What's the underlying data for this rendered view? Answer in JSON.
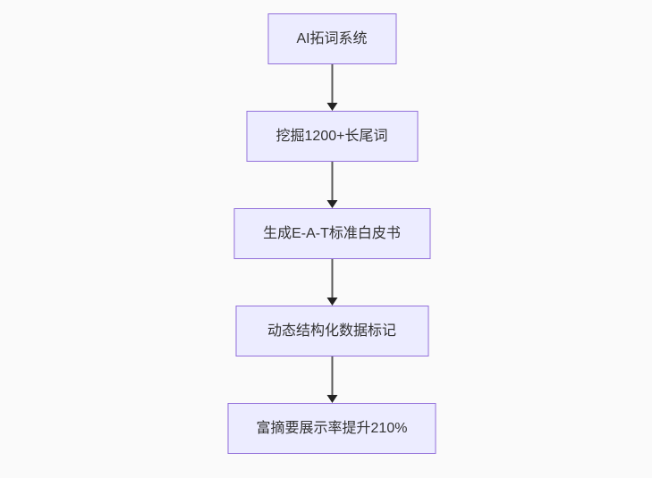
{
  "diagram": {
    "type": "flowchart-top-down",
    "nodes": [
      {
        "label": "AI拓词系统"
      },
      {
        "label": "挖掘1200+长尾词"
      },
      {
        "label": "生成E-A-T标准白皮书"
      },
      {
        "label": "动态结构化数据标记"
      },
      {
        "label": "富摘要展示率提升210%"
      }
    ],
    "connector": "arrow-down",
    "colors": {
      "background": "#fafafa",
      "node_fill": "#ECECFF",
      "node_border": "#9370DB",
      "text": "#333333",
      "arrow_line": "#585858",
      "arrow_head": "#222222"
    }
  }
}
